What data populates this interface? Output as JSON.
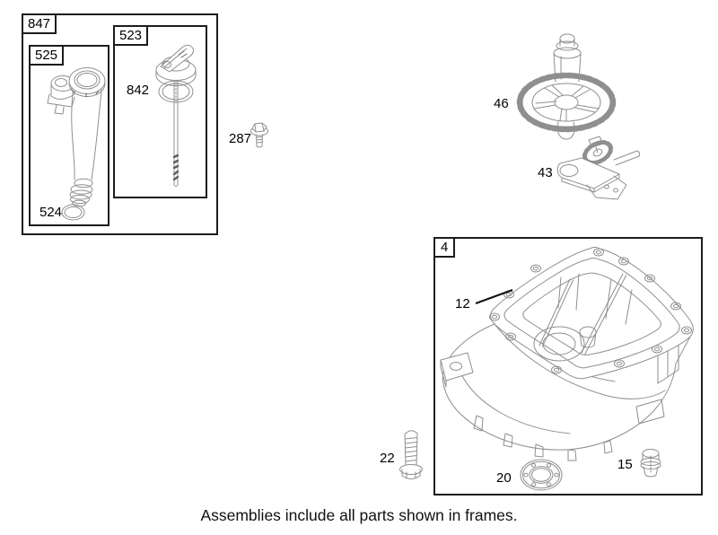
{
  "page": {
    "caption": "Assemblies include all parts shown in frames.",
    "background": "#ffffff",
    "line_art_color": "#8f8f8f",
    "frame_border_color": "#1c1c1c",
    "text_color": "#000000"
  },
  "frames": {
    "f847": {
      "label": "847"
    },
    "f525": {
      "label": "525"
    },
    "f523": {
      "label": "523"
    },
    "f4": {
      "label": "4"
    }
  },
  "part_labels": {
    "p524": "524",
    "p842": "842",
    "p287": "287",
    "p46": "46",
    "p43": "43",
    "p12": "12",
    "p22": "22",
    "p20": "20",
    "p15": "15"
  }
}
